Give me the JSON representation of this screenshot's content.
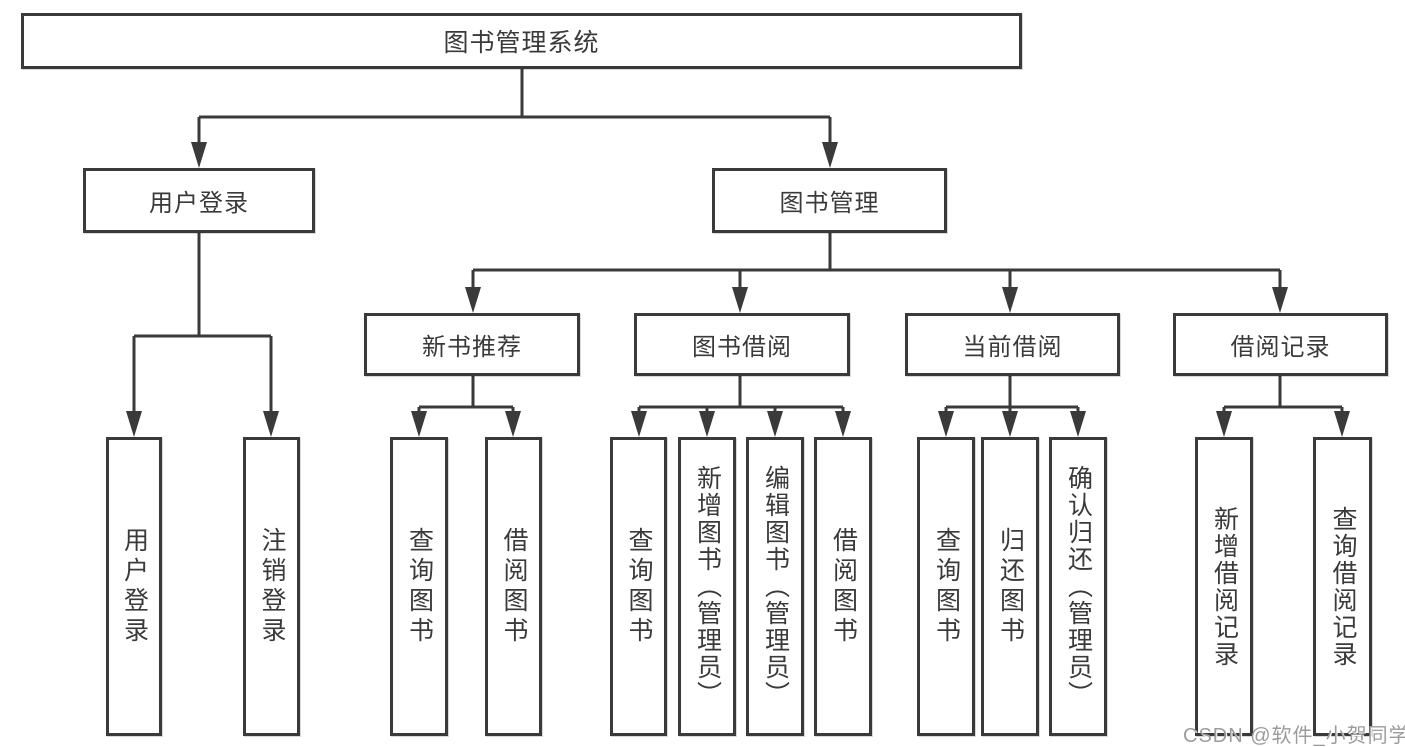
{
  "diagram": {
    "title": "图书管理系统",
    "root": {
      "label": "图书管理系统"
    },
    "level2": [
      {
        "id": "user-login",
        "label": "用户登录"
      },
      {
        "id": "book-management",
        "label": "图书管理"
      }
    ],
    "level3": [
      {
        "id": "new-book-recommend",
        "label": "新书推荐",
        "parent": "图书管理"
      },
      {
        "id": "book-borrow",
        "label": "图书借阅",
        "parent": "图书管理"
      },
      {
        "id": "current-borrow",
        "label": "当前借阅",
        "parent": "图书管理"
      },
      {
        "id": "borrow-records",
        "label": "借阅记录",
        "parent": "图书管理"
      }
    ],
    "leaves": [
      {
        "label": "用户登录",
        "parent": "用户登录"
      },
      {
        "label": "注销登录",
        "parent": "用户登录"
      },
      {
        "label": "查询图书",
        "parent": "新书推荐"
      },
      {
        "label": "借阅图书",
        "parent": "新书推荐"
      },
      {
        "label": "查询图书",
        "parent": "图书借阅"
      },
      {
        "label": "新增图书（管理员）",
        "parent": "图书借阅"
      },
      {
        "label": "编辑图书（管理员）",
        "parent": "图书借阅"
      },
      {
        "label": "借阅图书",
        "parent": "图书借阅"
      },
      {
        "label": "查询图书",
        "parent": "当前借阅"
      },
      {
        "label": "归还图书",
        "parent": "当前借阅"
      },
      {
        "label": "确认归还（管理员）",
        "parent": "当前借阅"
      },
      {
        "label": "新增借阅记录",
        "parent": "借阅记录"
      },
      {
        "label": "查询借阅记录",
        "parent": "借阅记录"
      }
    ],
    "watermark": "CSDN @软件_小贺同学",
    "colors": {
      "line": "#3a3a3a",
      "box_border": "#3a3a3a",
      "text": "#3a3a3a",
      "watermark": "#9c9c9c",
      "background": "#ffffff"
    }
  }
}
